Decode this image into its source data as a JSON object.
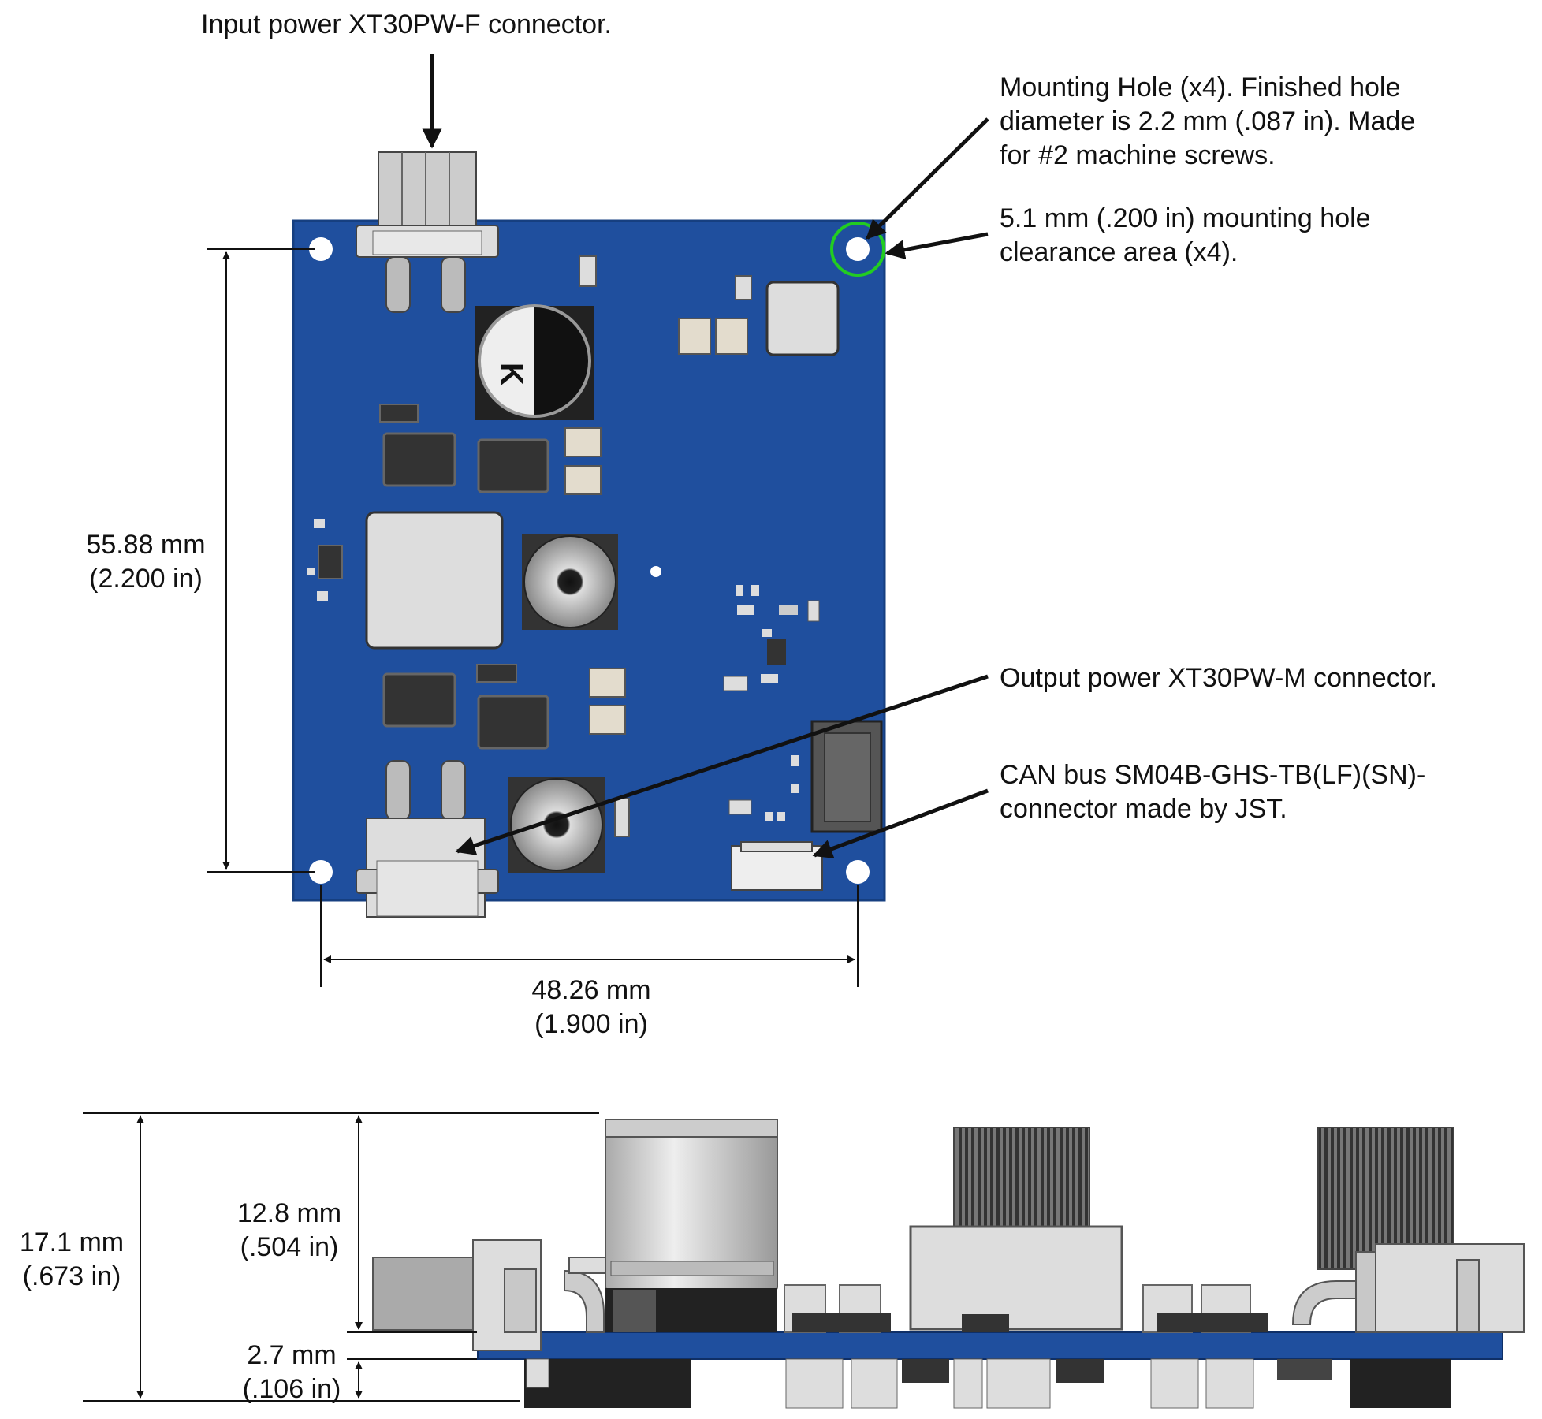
{
  "callouts": {
    "input_connector": "Input power XT30PW-F connector.",
    "mounting_hole": "Mounting Hole (x4). Finished hole\ndiameter is 2.2 mm (.087 in). Made\nfor #2 machine screws.",
    "clearance_area": "5.1 mm (.200 in) mounting hole\nclearance area (x4).",
    "output_connector": "Output power XT30PW-M connector.",
    "can_connector": "CAN bus SM04B-GHS-TB(LF)(SN)-\nconnector made by JST."
  },
  "dimensions": {
    "board_height": "55.88 mm\n(2.200 in)",
    "board_width": "48.26 mm\n(1.900 in)",
    "total_height": "17.1 mm\n(.673 in)",
    "top_height": "12.8 mm\n(.504 in)",
    "bottom_height": "2.7 mm\n(.106 in)"
  },
  "colors": {
    "pcb": "#1f4f9e",
    "pcb_edge": "#163f80",
    "clearance_ring": "#22cc22",
    "component_light": "#d8d8d8",
    "component_dark": "#333333",
    "line": "#111111"
  },
  "icons": {
    "capacitor_marking": "K"
  }
}
